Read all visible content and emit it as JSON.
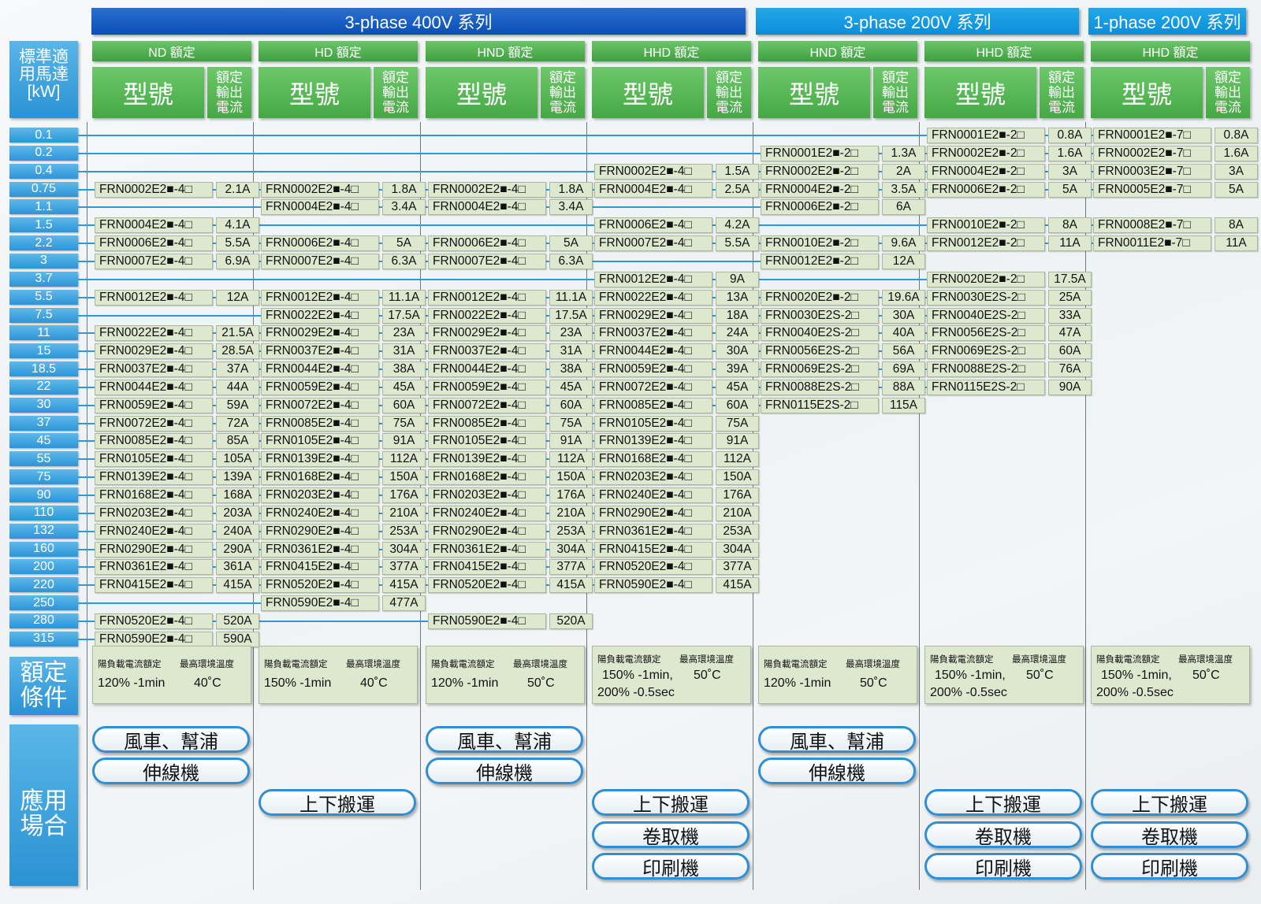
{
  "series": [
    {
      "label": "3-phase 400V 系列"
    },
    {
      "label": "3-phase 200V 系列"
    },
    {
      "label": "1-phase 200V 系列"
    }
  ],
  "left_headers": {
    "motor": "標準適用馬達[kW]",
    "conditions": "額定條件",
    "applications": "應用場合"
  },
  "column_labels": {
    "model": "型號",
    "current": "額定輸出電流"
  },
  "columns": [
    {
      "rating": "ND 額定",
      "series": 0
    },
    {
      "rating": "HD 額定",
      "series": 0
    },
    {
      "rating": "HND 額定",
      "series": 0
    },
    {
      "rating": "HHD 額定",
      "series": 0
    },
    {
      "rating": "HND 額定",
      "series": 1
    },
    {
      "rating": "HHD 額定",
      "series": 1
    },
    {
      "rating": "HHD 額定",
      "series": 2
    }
  ],
  "kw": [
    "0.1",
    "0.2",
    "0.4",
    "0.75",
    "1.1",
    "1.5",
    "2.2",
    "3",
    "3.7",
    "5.5",
    "7.5",
    "11",
    "15",
    "18.5",
    "22",
    "30",
    "37",
    "45",
    "55",
    "75",
    "90",
    "110",
    "132",
    "160",
    "200",
    "220",
    "250",
    "280",
    "315"
  ],
  "cells": [
    [
      {
        "r": 3,
        "m": "FRN0002E2■-4□",
        "c": "2.1A"
      },
      {
        "r": 5,
        "m": "FRN0004E2■-4□",
        "c": "4.1A"
      },
      {
        "r": 6,
        "m": "FRN0006E2■-4□",
        "c": "5.5A"
      },
      {
        "r": 7,
        "m": "FRN0007E2■-4□",
        "c": "6.9A"
      },
      {
        "r": 9,
        "m": "FRN0012E2■-4□",
        "c": "12A"
      },
      {
        "r": 11,
        "m": "FRN0022E2■-4□",
        "c": "21.5A"
      },
      {
        "r": 12,
        "m": "FRN0029E2■-4□",
        "c": "28.5A"
      },
      {
        "r": 13,
        "m": "FRN0037E2■-4□",
        "c": "37A"
      },
      {
        "r": 14,
        "m": "FRN0044E2■-4□",
        "c": "44A"
      },
      {
        "r": 15,
        "m": "FRN0059E2■-4□",
        "c": "59A"
      },
      {
        "r": 16,
        "m": "FRN0072E2■-4□",
        "c": "72A"
      },
      {
        "r": 17,
        "m": "FRN0085E2■-4□",
        "c": "85A"
      },
      {
        "r": 18,
        "m": "FRN0105E2■-4□",
        "c": "105A"
      },
      {
        "r": 19,
        "m": "FRN0139E2■-4□",
        "c": "139A"
      },
      {
        "r": 20,
        "m": "FRN0168E2■-4□",
        "c": "168A"
      },
      {
        "r": 21,
        "m": "FRN0203E2■-4□",
        "c": "203A"
      },
      {
        "r": 22,
        "m": "FRN0240E2■-4□",
        "c": "240A"
      },
      {
        "r": 23,
        "m": "FRN0290E2■-4□",
        "c": "290A"
      },
      {
        "r": 24,
        "m": "FRN0361E2■-4□",
        "c": "361A"
      },
      {
        "r": 25,
        "m": "FRN0415E2■-4□",
        "c": "415A"
      },
      {
        "r": 27,
        "m": "FRN0520E2■-4□",
        "c": "520A"
      },
      {
        "r": 28,
        "m": "FRN0590E2■-4□",
        "c": "590A"
      }
    ],
    [
      {
        "r": 3,
        "m": "FRN0002E2■-4□",
        "c": "1.8A"
      },
      {
        "r": 4,
        "m": "FRN0004E2■-4□",
        "c": "3.4A"
      },
      {
        "r": 6,
        "m": "FRN0006E2■-4□",
        "c": "5A"
      },
      {
        "r": 7,
        "m": "FRN0007E2■-4□",
        "c": "6.3A"
      },
      {
        "r": 9,
        "m": "FRN0012E2■-4□",
        "c": "11.1A"
      },
      {
        "r": 10,
        "m": "FRN0022E2■-4□",
        "c": "17.5A"
      },
      {
        "r": 11,
        "m": "FRN0029E2■-4□",
        "c": "23A"
      },
      {
        "r": 12,
        "m": "FRN0037E2■-4□",
        "c": "31A"
      },
      {
        "r": 13,
        "m": "FRN0044E2■-4□",
        "c": "38A"
      },
      {
        "r": 14,
        "m": "FRN0059E2■-4□",
        "c": "45A"
      },
      {
        "r": 15,
        "m": "FRN0072E2■-4□",
        "c": "60A"
      },
      {
        "r": 16,
        "m": "FRN0085E2■-4□",
        "c": "75A"
      },
      {
        "r": 17,
        "m": "FRN0105E2■-4□",
        "c": "91A"
      },
      {
        "r": 18,
        "m": "FRN0139E2■-4□",
        "c": "112A"
      },
      {
        "r": 19,
        "m": "FRN0168E2■-4□",
        "c": "150A"
      },
      {
        "r": 20,
        "m": "FRN0203E2■-4□",
        "c": "176A"
      },
      {
        "r": 21,
        "m": "FRN0240E2■-4□",
        "c": "210A"
      },
      {
        "r": 22,
        "m": "FRN0290E2■-4□",
        "c": "253A"
      },
      {
        "r": 23,
        "m": "FRN0361E2■-4□",
        "c": "304A"
      },
      {
        "r": 24,
        "m": "FRN0415E2■-4□",
        "c": "377A"
      },
      {
        "r": 25,
        "m": "FRN0520E2■-4□",
        "c": "415A"
      },
      {
        "r": 26,
        "m": "FRN0590E2■-4□",
        "c": "477A"
      }
    ],
    [
      {
        "r": 3,
        "m": "FRN0002E2■-4□",
        "c": "1.8A"
      },
      {
        "r": 4,
        "m": "FRN0004E2■-4□",
        "c": "3.4A"
      },
      {
        "r": 6,
        "m": "FRN0006E2■-4□",
        "c": "5A"
      },
      {
        "r": 7,
        "m": "FRN0007E2■-4□",
        "c": "6.3A"
      },
      {
        "r": 9,
        "m": "FRN0012E2■-4□",
        "c": "11.1A"
      },
      {
        "r": 10,
        "m": "FRN0022E2■-4□",
        "c": "17.5A"
      },
      {
        "r": 11,
        "m": "FRN0029E2■-4□",
        "c": "23A"
      },
      {
        "r": 12,
        "m": "FRN0037E2■-4□",
        "c": "31A"
      },
      {
        "r": 13,
        "m": "FRN0044E2■-4□",
        "c": "38A"
      },
      {
        "r": 14,
        "m": "FRN0059E2■-4□",
        "c": "45A"
      },
      {
        "r": 15,
        "m": "FRN0072E2■-4□",
        "c": "60A"
      },
      {
        "r": 16,
        "m": "FRN0085E2■-4□",
        "c": "75A"
      },
      {
        "r": 17,
        "m": "FRN0105E2■-4□",
        "c": "91A"
      },
      {
        "r": 18,
        "m": "FRN0139E2■-4□",
        "c": "112A"
      },
      {
        "r": 19,
        "m": "FRN0168E2■-4□",
        "c": "150A"
      },
      {
        "r": 20,
        "m": "FRN0203E2■-4□",
        "c": "176A"
      },
      {
        "r": 21,
        "m": "FRN0240E2■-4□",
        "c": "210A"
      },
      {
        "r": 22,
        "m": "FRN0290E2■-4□",
        "c": "253A"
      },
      {
        "r": 23,
        "m": "FRN0361E2■-4□",
        "c": "304A"
      },
      {
        "r": 24,
        "m": "FRN0415E2■-4□",
        "c": "377A"
      },
      {
        "r": 25,
        "m": "FRN0520E2■-4□",
        "c": "415A"
      },
      {
        "r": 27,
        "m": "FRN0590E2■-4□",
        "c": "520A"
      }
    ],
    [
      {
        "r": 2,
        "m": "FRN0002E2■-4□",
        "c": "1.5A"
      },
      {
        "r": 3,
        "m": "FRN0004E2■-4□",
        "c": "2.5A"
      },
      {
        "r": 5,
        "m": "FRN0006E2■-4□",
        "c": "4.2A"
      },
      {
        "r": 6,
        "m": "FRN0007E2■-4□",
        "c": "5.5A"
      },
      {
        "r": 8,
        "m": "FRN0012E2■-4□",
        "c": "9A"
      },
      {
        "r": 9,
        "m": "FRN0022E2■-4□",
        "c": "13A"
      },
      {
        "r": 10,
        "m": "FRN0029E2■-4□",
        "c": "18A"
      },
      {
        "r": 11,
        "m": "FRN0037E2■-4□",
        "c": "24A"
      },
      {
        "r": 12,
        "m": "FRN0044E2■-4□",
        "c": "30A"
      },
      {
        "r": 13,
        "m": "FRN0059E2■-4□",
        "c": "39A"
      },
      {
        "r": 14,
        "m": "FRN0072E2■-4□",
        "c": "45A"
      },
      {
        "r": 15,
        "m": "FRN0085E2■-4□",
        "c": "60A"
      },
      {
        "r": 16,
        "m": "FRN0105E2■-4□",
        "c": "75A"
      },
      {
        "r": 17,
        "m": "FRN0139E2■-4□",
        "c": "91A"
      },
      {
        "r": 18,
        "m": "FRN0168E2■-4□",
        "c": "112A"
      },
      {
        "r": 19,
        "m": "FRN0203E2■-4□",
        "c": "150A"
      },
      {
        "r": 20,
        "m": "FRN0240E2■-4□",
        "c": "176A"
      },
      {
        "r": 21,
        "m": "FRN0290E2■-4□",
        "c": "210A"
      },
      {
        "r": 22,
        "m": "FRN0361E2■-4□",
        "c": "253A"
      },
      {
        "r": 23,
        "m": "FRN0415E2■-4□",
        "c": "304A"
      },
      {
        "r": 24,
        "m": "FRN0520E2■-4□",
        "c": "377A"
      },
      {
        "r": 25,
        "m": "FRN0590E2■-4□",
        "c": "415A"
      }
    ],
    [
      {
        "r": 1,
        "m": "FRN0001E2■-2□",
        "c": "1.3A"
      },
      {
        "r": 2,
        "m": "FRN0002E2■-2□",
        "c": "2A"
      },
      {
        "r": 3,
        "m": "FRN0004E2■-2□",
        "c": "3.5A"
      },
      {
        "r": 4,
        "m": "FRN0006E2■-2□",
        "c": "6A"
      },
      {
        "r": 6,
        "m": "FRN0010E2■-2□",
        "c": "9.6A"
      },
      {
        "r": 7,
        "m": "FRN0012E2■-2□",
        "c": "12A"
      },
      {
        "r": 9,
        "m": "FRN0020E2■-2□",
        "c": "19.6A"
      },
      {
        "r": 10,
        "m": "FRN0030E2S-2□",
        "c": "30A"
      },
      {
        "r": 11,
        "m": "FRN0040E2S-2□",
        "c": "40A"
      },
      {
        "r": 12,
        "m": "FRN0056E2S-2□",
        "c": "56A"
      },
      {
        "r": 13,
        "m": "FRN0069E2S-2□",
        "c": "69A"
      },
      {
        "r": 14,
        "m": "FRN0088E2S-2□",
        "c": "88A"
      },
      {
        "r": 15,
        "m": "FRN0115E2S-2□",
        "c": "115A"
      }
    ],
    [
      {
        "r": 0,
        "m": "FRN0001E2■-2□",
        "c": "0.8A"
      },
      {
        "r": 1,
        "m": "FRN0002E2■-2□",
        "c": "1.6A"
      },
      {
        "r": 2,
        "m": "FRN0004E2■-2□",
        "c": "3A"
      },
      {
        "r": 3,
        "m": "FRN0006E2■-2□",
        "c": "5A"
      },
      {
        "r": 5,
        "m": "FRN0010E2■-2□",
        "c": "8A"
      },
      {
        "r": 6,
        "m": "FRN0012E2■-2□",
        "c": "11A"
      },
      {
        "r": 8,
        "m": "FRN0020E2■-2□",
        "c": "17.5A"
      },
      {
        "r": 9,
        "m": "FRN0030E2S-2□",
        "c": "25A"
      },
      {
        "r": 10,
        "m": "FRN0040E2S-2□",
        "c": "33A"
      },
      {
        "r": 11,
        "m": "FRN0056E2S-2□",
        "c": "47A"
      },
      {
        "r": 12,
        "m": "FRN0069E2S-2□",
        "c": "60A"
      },
      {
        "r": 13,
        "m": "FRN0088E2S-2□",
        "c": "76A"
      },
      {
        "r": 14,
        "m": "FRN0115E2S-2□",
        "c": "90A"
      }
    ],
    [
      {
        "r": 0,
        "m": "FRN0001E2■-7□",
        "c": "0.8A"
      },
      {
        "r": 1,
        "m": "FRN0002E2■-7□",
        "c": "1.6A"
      },
      {
        "r": 2,
        "m": "FRN0003E2■-7□",
        "c": "3A"
      },
      {
        "r": 3,
        "m": "FRN0005E2■-7□",
        "c": "5A"
      },
      {
        "r": 5,
        "m": "FRN0008E2■-7□",
        "c": "8A"
      },
      {
        "r": 6,
        "m": "FRN0011E2■-7□",
        "c": "11A"
      }
    ]
  ],
  "conditions": [
    {
      "l1": "陽負載電流額定",
      "l2": "最高環境溫度",
      "overload": [
        "120% -1min"
      ],
      "temp": "40˚C"
    },
    {
      "l1": "陽負載電流額定",
      "l2": "最高環境溫度",
      "overload": [
        "150% -1min"
      ],
      "temp": "40˚C"
    },
    {
      "l1": "陽負載電流額定",
      "l2": "最高環境溫度",
      "overload": [
        "120% -1min"
      ],
      "temp": "50˚C"
    },
    {
      "l1": "陽負載電流額定",
      "l2": "最高環境溫度",
      "overload": [
        "150% -1min,",
        "200% -0.5sec"
      ],
      "temp": "50˚C"
    },
    {
      "l1": "陽負載電流額定",
      "l2": "最高環境溫度",
      "overload": [
        "120% -1min"
      ],
      "temp": "50˚C"
    },
    {
      "l1": "陽負載電流額定",
      "l2": "最高環境溫度",
      "overload": [
        "150% -1min,",
        "200% -0.5sec"
      ],
      "temp": "50˚C"
    },
    {
      "l1": "陽負載電流額定",
      "l2": "最高環境溫度",
      "overload": [
        "150% -1min,",
        "200% -0.5sec"
      ],
      "temp": "50˚C"
    }
  ],
  "applications": [
    [
      {
        "slot": 0,
        "label": "風車、幫浦"
      },
      {
        "slot": 1,
        "label": "伸線機"
      }
    ],
    [
      {
        "slot": 2,
        "label": "上下搬運"
      }
    ],
    [
      {
        "slot": 0,
        "label": "風車、幫浦"
      },
      {
        "slot": 1,
        "label": "伸線機"
      }
    ],
    [
      {
        "slot": 2,
        "label": "上下搬運"
      },
      {
        "slot": 3,
        "label": "卷取機"
      },
      {
        "slot": 4,
        "label": "印刷機"
      }
    ],
    [
      {
        "slot": 0,
        "label": "風車、幫浦"
      },
      {
        "slot": 1,
        "label": "伸線機"
      }
    ],
    [
      {
        "slot": 2,
        "label": "上下搬運"
      },
      {
        "slot": 3,
        "label": "卷取機"
      },
      {
        "slot": 4,
        "label": "印刷機"
      }
    ],
    [
      {
        "slot": 2,
        "label": "上下搬運"
      },
      {
        "slot": 3,
        "label": "卷取機"
      },
      {
        "slot": 4,
        "label": "印刷機"
      }
    ]
  ],
  "colors": {
    "series400": "#0a4fb4",
    "series200": "#0b8ed8",
    "rating": "#4aa949",
    "cell": "#dde8cf",
    "line": "#2c9ad8"
  }
}
